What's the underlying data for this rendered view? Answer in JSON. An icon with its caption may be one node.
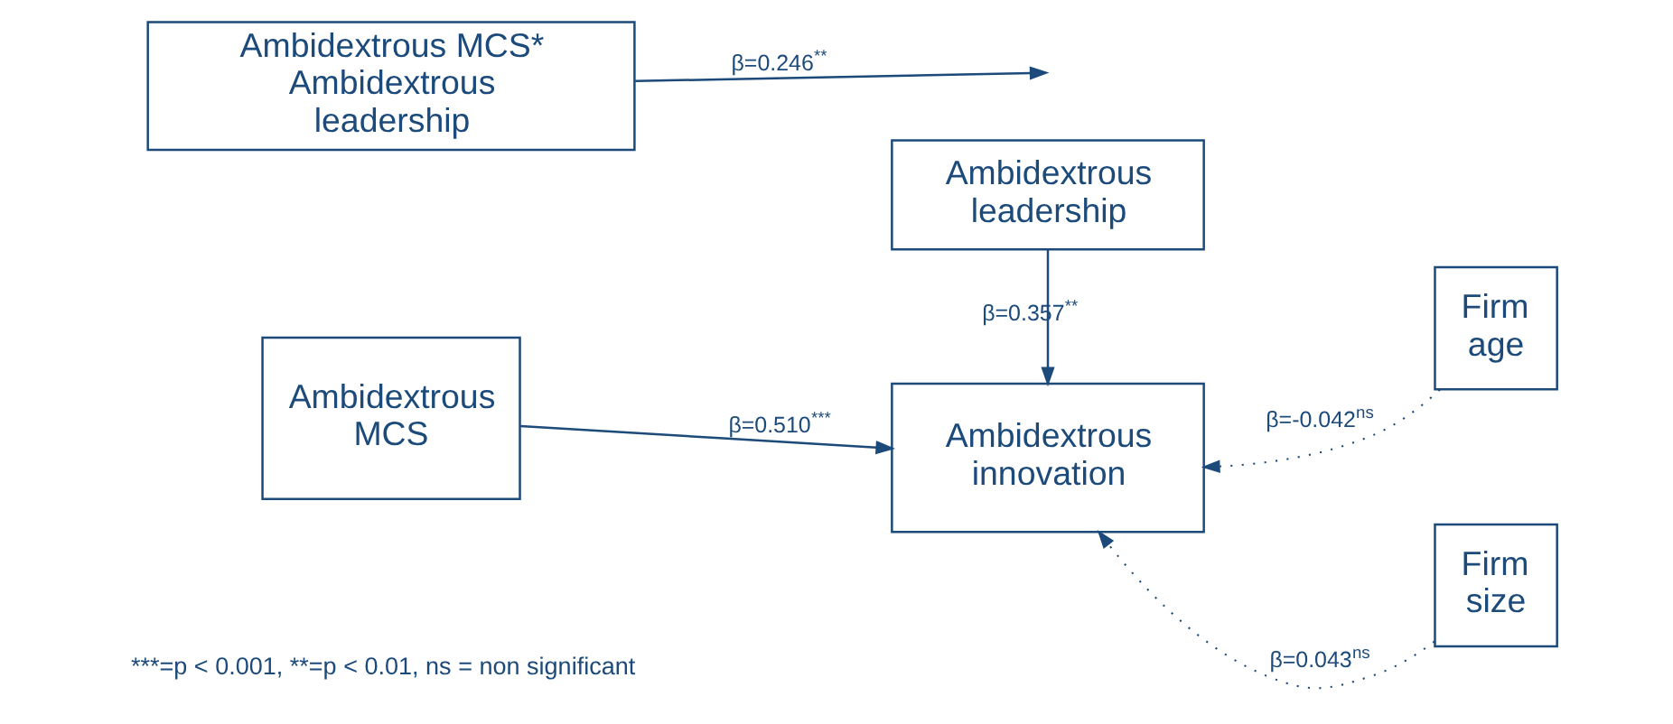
{
  "diagram": {
    "nodes": [
      {
        "text": [
          "Ambidextrous MCS* Ambidextrous leadership"
        ]
      },
      {
        "text": [
          "Ambidextrous MCS"
        ]
      },
      {
        "text": [
          "Ambidextrous leadership"
        ]
      },
      {
        "text": [
          "Ambidextrous innovation"
        ]
      },
      {
        "text": [
          "Firm age"
        ]
      },
      {
        "text": [
          "Firm size"
        ]
      }
    ],
    "edges": [
      {
        "from": 0,
        "to": null,
        "arrow": "to",
        "label": "β=0.246$^{**}$"
      },
      {
        "from": 1,
        "to": 3,
        "arrow": "to",
        "label": "β=0.510$^{***}$"
      },
      {
        "from": 2,
        "to": 3,
        "arrow": "to",
        "label": "β=0.357$^{**}$"
      },
      {
        "from": 4,
        "to": 3,
        "arrow": "to",
        "label": "β=-0.042$^{ns}$",
        "style": "dashed"
      },
      {
        "from": 5,
        "to": 3,
        "arrow": "to",
        "label": "β=0.043$^{ns}$",
        "style": "dashed"
      }
    ],
    "labels": [
      "***=p < 0.001, **=p < 0.01, ns = non significant"
    ]
  }
}
